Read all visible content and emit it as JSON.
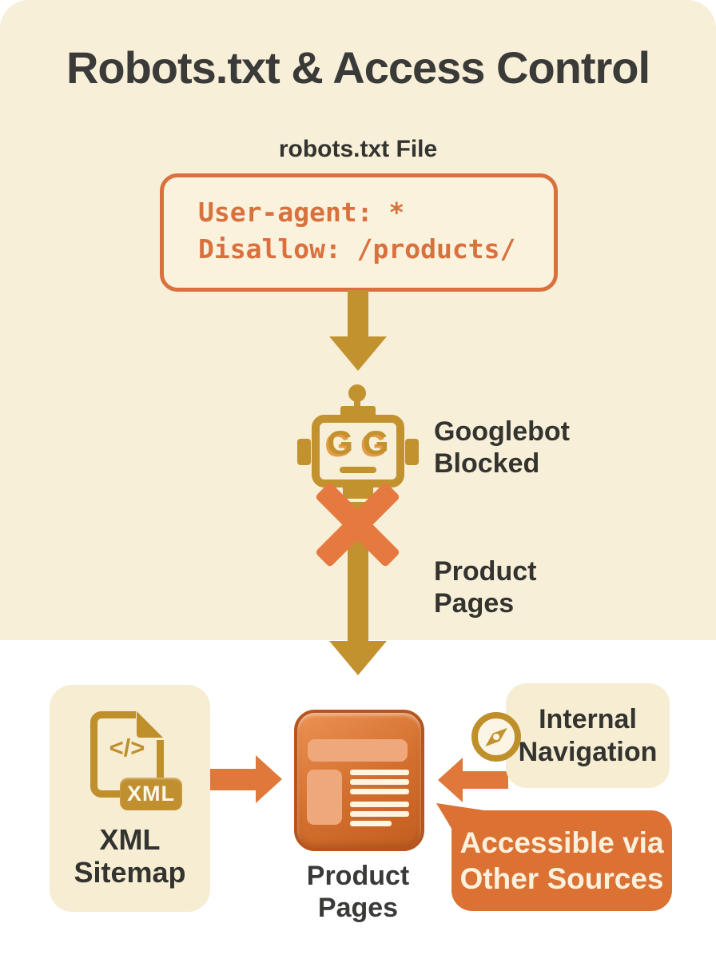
{
  "title": "Robots.txt & Access Control",
  "robots_box": {
    "label": "robots.txt File",
    "code_line1": "User-agent: *",
    "code_line2": "Disallow: /products/"
  },
  "googlebot": {
    "icon": "googlebot-robot-icon",
    "eye_left": "G",
    "eye_right": "G",
    "label_line1": "Googlebot",
    "label_line2": "Blocked"
  },
  "blocked_flow": {
    "icon": "blocked-x-icon",
    "label_line1": "Product",
    "label_line2": "Pages"
  },
  "xml_sitemap": {
    "icon": "xml-file-icon",
    "code_glyph": "</>",
    "badge": "XML",
    "label_line1": "XML",
    "label_line2": "Sitemap"
  },
  "product_pages": {
    "icon": "product-page-icon",
    "label_line1": "Product",
    "label_line2": "Pages"
  },
  "internal_navigation": {
    "icon": "compass-icon",
    "label_line1": "Internal",
    "label_line2": "Navigation"
  },
  "accessible": {
    "label_line1": "Accessible via",
    "label_line2": "Other Sources"
  },
  "colors": {
    "cream_panel": "#f8efd9",
    "card_cream": "#f6edd3",
    "gold": "#c2922e",
    "gold_dark": "#bf8f2c",
    "orange_arrow": "#e0773b",
    "orange_x": "#e5793f",
    "orange_bubble": "#dc7134",
    "code_orange": "#d8713e",
    "product_icon_orange": "#d4702e",
    "text_dark": "#3a3a38",
    "white": "#ffffff"
  }
}
